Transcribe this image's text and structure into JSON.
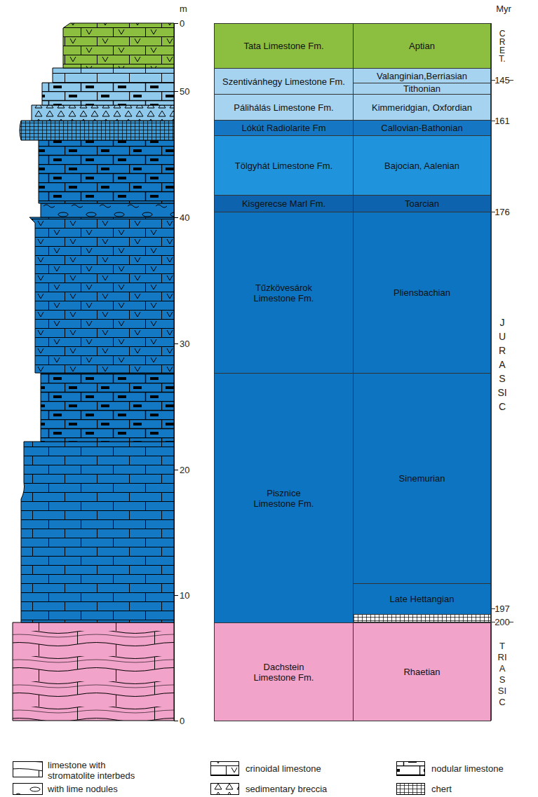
{
  "diagram": {
    "nodes": [
      {
        "text": [
          "Tata Limestone Fm."
        ]
      },
      {
        "text": [
          "Aptian"
        ]
      },
      {
        "text": [
          "Szentivánhegy Limestone Fm."
        ]
      },
      {
        "text": [
          "Valanginian,Berriasian"
        ]
      },
      {
        "text": [
          "Tithonian"
        ]
      },
      {
        "text": [
          "Pálihálás Limestone Fm."
        ]
      },
      {
        "text": [
          "Kimmeridgian, Oxfordian"
        ]
      },
      {
        "text": [
          "Lókút Radiolarite Fm"
        ]
      },
      {
        "text": [
          "Callovian-Bathonian"
        ]
      },
      {
        "text": [
          "Tölgyhát Limestone Fm."
        ]
      },
      {
        "text": [
          "Bajocian, Aalenian"
        ]
      },
      {
        "text": [
          "Kisgerecse Marl Fm."
        ]
      },
      {
        "text": [
          "Toarcian"
        ]
      },
      {
        "text": [
          "Tűzkövesárok Limestone Fm."
        ]
      },
      {
        "text": [
          "Pliensbachian"
        ]
      },
      {
        "text": [
          "Pisznice Limestone Fm."
        ]
      },
      {
        "text": [
          "Sinemurian"
        ]
      },
      {
        "text": [
          "Late Hettangian"
        ]
      },
      {
        "text": [
          "Dachstein Limestone Fm."
        ]
      },
      {
        "text": [
          "Rhaetian"
        ]
      }
    ],
    "labels": [
      "m",
      "0",
      "50",
      "40",
      "30",
      "20",
      "10",
      "0",
      "Myr",
      "145",
      "161",
      "176",
      "197",
      "200",
      "CRET.",
      "JURASSIC",
      "TRIASSIC"
    ],
    "legend": [
      {
        "text": "limestone with stromatolite interbeds"
      },
      {
        "text": "crinoidal limestone"
      },
      {
        "text": "nodular limestone"
      },
      {
        "text": "with lime nodules"
      },
      {
        "text": "sedimentary breccia"
      },
      {
        "text": "chert"
      }
    ]
  }
}
